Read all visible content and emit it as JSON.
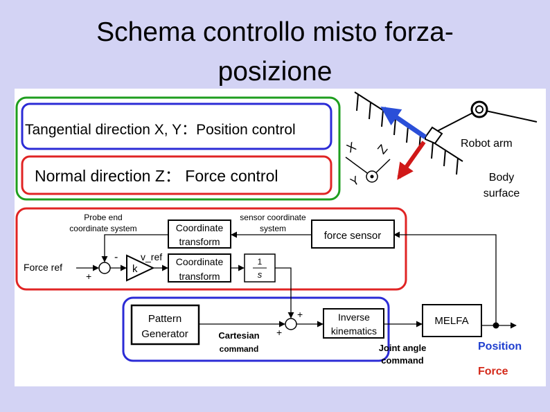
{
  "slide": {
    "title_line1": "Schema controllo misto forza-",
    "title_line2": "posizione"
  },
  "diagram": {
    "mode_tangential": "Tangential direction X,  Y：Position control",
    "mode_normal": "Normal direction Z： Force control",
    "axis_x": "X",
    "axis_z": "Z",
    "axis_y": "Y",
    "robot_arm": "Robot arm",
    "body_surface_line1": "Body",
    "body_surface_line2": "surface",
    "probe_end_line1": "Probe end",
    "probe_end_line2": "coordinate system",
    "sensor_coord_line1": "sensor coordinate",
    "sensor_coord_line2": "system",
    "coord_transform_line1": "Coordinate",
    "coord_transform_line2": "transform",
    "force_sensor": "force sensor",
    "minus_sign": "-",
    "plus_sign": "+",
    "v_ref": "v_ref",
    "gain_k": "k",
    "force_ref": "Force ref",
    "integrator_num": "1",
    "integrator_den": "s",
    "pattern_line1": "Pattern",
    "pattern_line2": "Generator",
    "cartesian_line1": "Cartesian",
    "cartesian_line2": "command",
    "inverse_line1": "Inverse",
    "inverse_line2": "kinematics",
    "melfa": "MELFA",
    "joint_line1": "Joint angle",
    "joint_line2": "command",
    "legend_position": "Position",
    "legend_force": "Force"
  },
  "colors": {
    "blue": "#2b2bd6",
    "red": "#e02424",
    "green": "#1e9e1e",
    "force_arrow": "#d01818",
    "position_arrow": "#2a4fd8",
    "legend_blue": "#1f3fcf",
    "legend_red": "#d42a1a"
  }
}
